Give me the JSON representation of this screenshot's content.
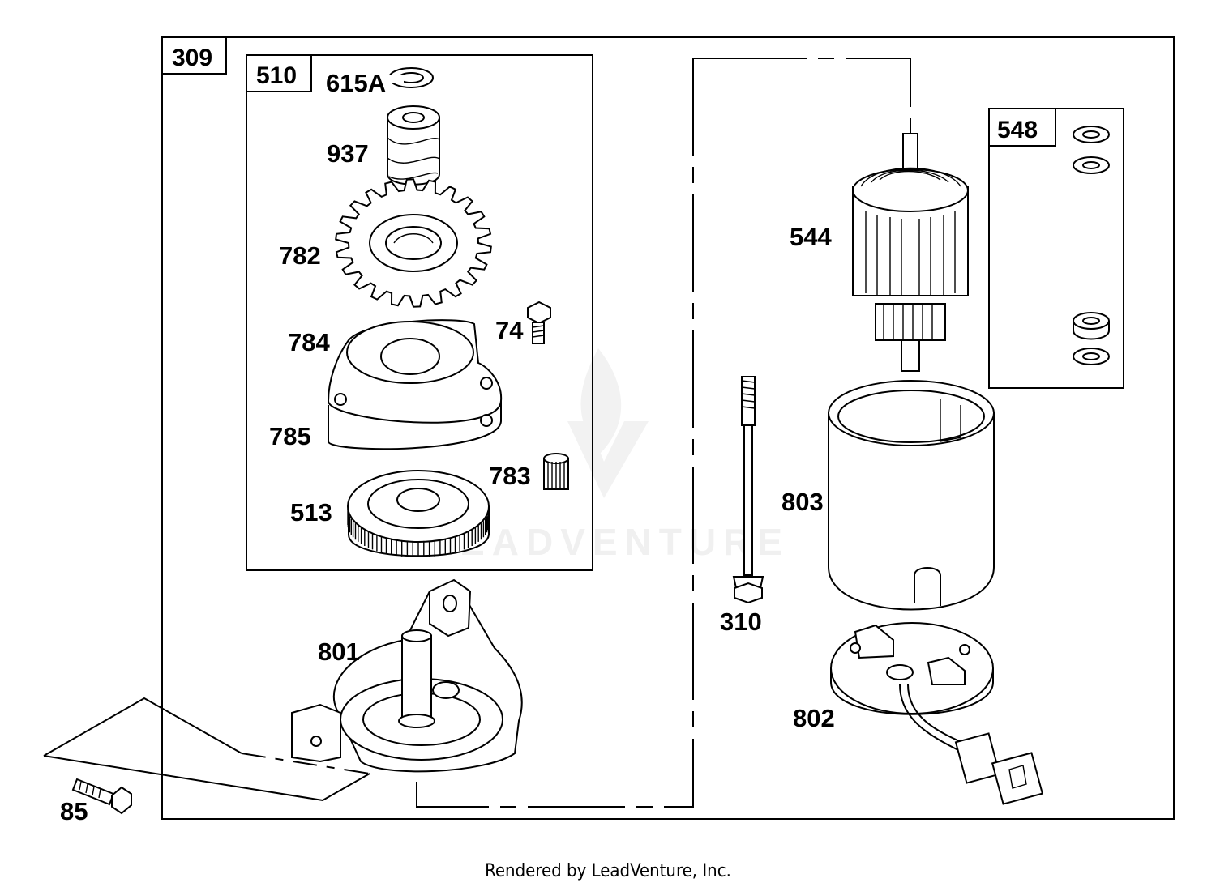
{
  "boxes": {
    "main": "309",
    "gear_kit": "510",
    "washer_kit": "548"
  },
  "parts": {
    "p615a": "615A",
    "p937": "937",
    "p782": "782",
    "p74": "74",
    "p784": "784",
    "p785": "785",
    "p783": "783",
    "p513": "513",
    "p801": "801",
    "p85": "85",
    "p544": "544",
    "p803": "803",
    "p310": "310",
    "p802": "802"
  },
  "watermark": "LEADVENTURE",
  "footer": "Rendered by LeadVenture, Inc."
}
